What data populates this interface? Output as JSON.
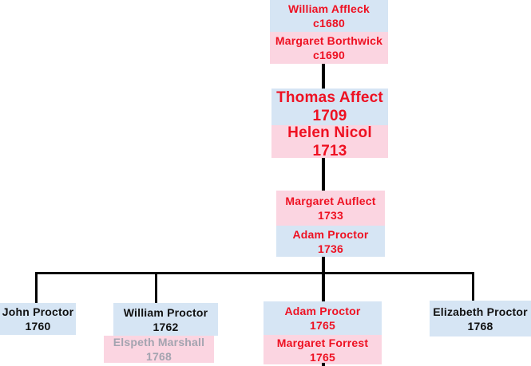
{
  "palette": {
    "husband_fill": "#d6e5f4",
    "wife_fill": "#fbd5e1",
    "red_text": "#ee1122",
    "black_text": "#111111",
    "faded_text": "#a3a4b0",
    "line": "#000000",
    "background": "#ffffff"
  },
  "tree": {
    "gen1": {
      "husband": {
        "name": "William Affleck",
        "year": "c1680"
      },
      "wife": {
        "name": "Margaret Borthwick",
        "year": "c1690"
      }
    },
    "gen2": {
      "husband": {
        "name": "Thomas Affect",
        "year": "1709"
      },
      "wife": {
        "name": "Helen Nicol",
        "year": "1713"
      }
    },
    "gen3": {
      "wife": {
        "name": "Margaret Auflect",
        "year": "1733"
      },
      "husband": {
        "name": "Adam Proctor",
        "year": "1736"
      }
    },
    "gen4": {
      "children": [
        {
          "name": "John Proctor",
          "year": "1760"
        },
        {
          "name": "William Proctor",
          "year": "1762",
          "spouse": {
            "name": "Elspeth Marshall",
            "year": "1768"
          }
        },
        {
          "name": "Adam Proctor",
          "year": "1765",
          "spouse": {
            "name": "Margaret Forrest",
            "year": "1765"
          }
        },
        {
          "name": "Elizabeth Proctor",
          "year": "1768"
        }
      ]
    }
  }
}
